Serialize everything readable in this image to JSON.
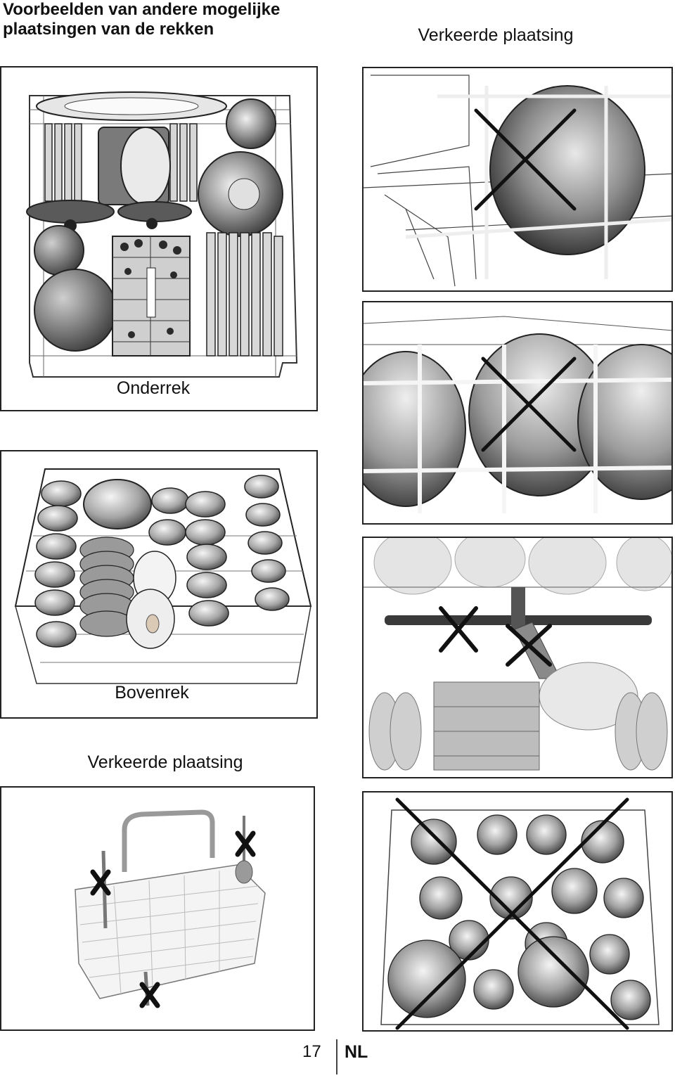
{
  "heading": {
    "line1": "Voorbeelden van andere mogelijke",
    "line2": "plaatsingen van de rekken"
  },
  "labels": {
    "wrong_top": "Verkeerde plaatsing",
    "lower_rack": "Onderrek",
    "upper_rack": "Bovenrek",
    "wrong_bottom": "Verkeerde plaatsing"
  },
  "footer": {
    "page_number": "17",
    "language": "NL"
  },
  "illustrations": [
    {
      "id": "lower-rack",
      "icon": "lower-rack-illustration",
      "wrong": false
    },
    {
      "id": "upper-rack",
      "icon": "upper-rack-illustration",
      "wrong": false
    },
    {
      "id": "cutlery-basket",
      "icon": "cutlery-basket-illustration",
      "wrong": true
    },
    {
      "id": "wrong-1",
      "icon": "wrong-lower-rack-bowls-illustration",
      "wrong": true
    },
    {
      "id": "wrong-2",
      "icon": "wrong-rack-bowls-illustration",
      "wrong": true
    },
    {
      "id": "wrong-3",
      "icon": "wrong-spray-arm-blocked-illustration",
      "wrong": true
    },
    {
      "id": "wrong-4",
      "icon": "wrong-overloaded-rack-illustration",
      "wrong": true
    }
  ],
  "colors": {
    "ink": "#111111",
    "wire": "#555555",
    "dish_dark": "#6e6e6e",
    "dish_mid": "#a8a8a8",
    "dish_light": "#dcdcdc"
  }
}
